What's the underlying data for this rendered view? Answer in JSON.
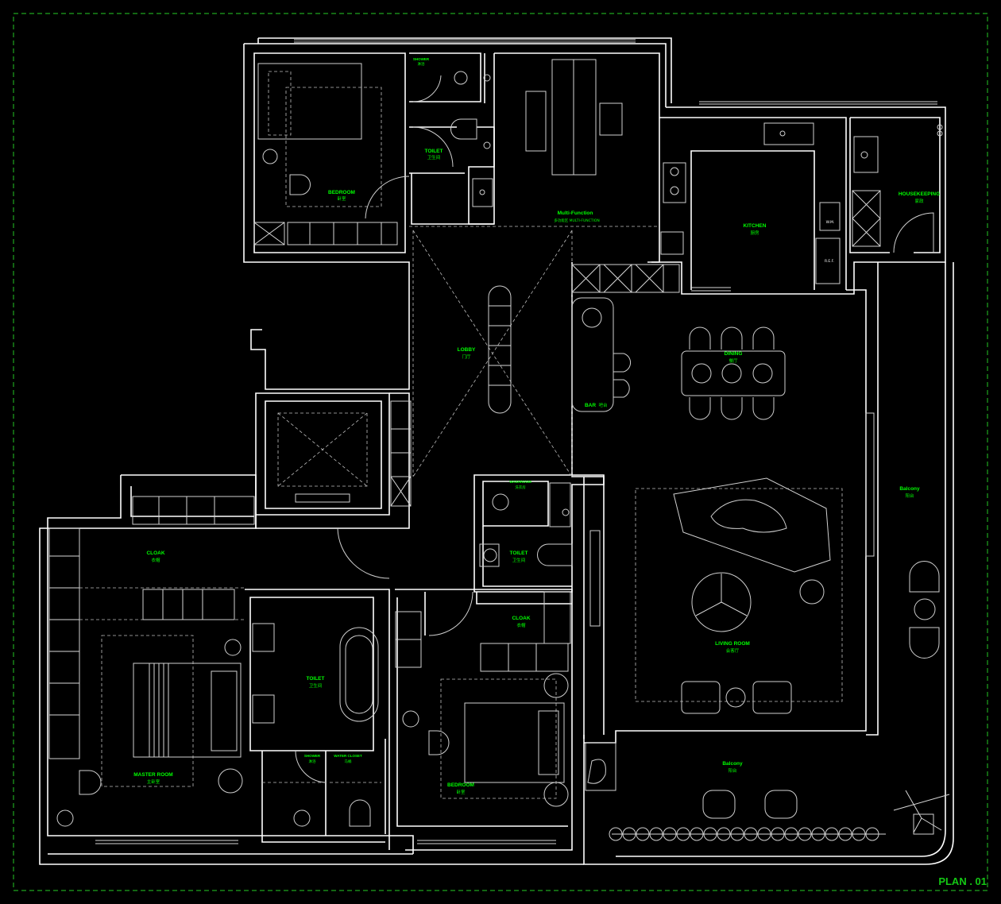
{
  "plan_title": "PLAN . 01",
  "colors": {
    "background": "#000000",
    "lines": "#ffffff",
    "labels": "#00ff00",
    "frame": "#1fa51f"
  },
  "rooms": {
    "bedroom_top": {
      "en": "BEDROOM",
      "zh": "卧室"
    },
    "shower_top": {
      "en": "SHOWER",
      "zh": "淋浴"
    },
    "toilet_top": {
      "en": "TOILET",
      "zh": "卫生间"
    },
    "multi_function": {
      "en": "Multi-Function",
      "zh": "多功能区 MULTI-FUNCTION"
    },
    "kitchen": {
      "en": "KITCHEN",
      "zh": "厨房"
    },
    "housekeeping": {
      "en": "HOUSEKEEPING",
      "zh": "家政"
    },
    "lobby": {
      "en": "LOBBY",
      "zh": "门厅"
    },
    "dining": {
      "en": "DINING",
      "zh": "餐厅"
    },
    "bar": {
      "en": "BAR",
      "zh": "吧台"
    },
    "cloak_left": {
      "en": "CLOAK",
      "zh": "衣帽"
    },
    "washroom": {
      "en": "WASHROOM",
      "zh": "洗衣房"
    },
    "toilet_mid": {
      "en": "TOILET",
      "zh": "卫生间"
    },
    "cloak_mid": {
      "en": "CLOAK",
      "zh": "衣帽"
    },
    "living_room": {
      "en": "LIVING ROOM",
      "zh": "会客厅"
    },
    "balcony_right": {
      "en": "Balcony",
      "zh": "阳台"
    },
    "toilet_master": {
      "en": "TOILET",
      "zh": "卫生间"
    },
    "master_room": {
      "en": "MASTER ROOM",
      "zh": "主卧室"
    },
    "shower_bottom": {
      "en": "SHOWER",
      "zh": "淋浴"
    },
    "water_closet": {
      "en": "WATER CLOSET",
      "zh": "马桶"
    },
    "bedroom_bottom": {
      "en": "BEDROOM",
      "zh": "卧室"
    },
    "balcony_bottom": {
      "en": "Balcony",
      "zh": "阳台"
    }
  },
  "fixtures": {
    "wm": "W.M.",
    "ref": "R.E.F."
  }
}
